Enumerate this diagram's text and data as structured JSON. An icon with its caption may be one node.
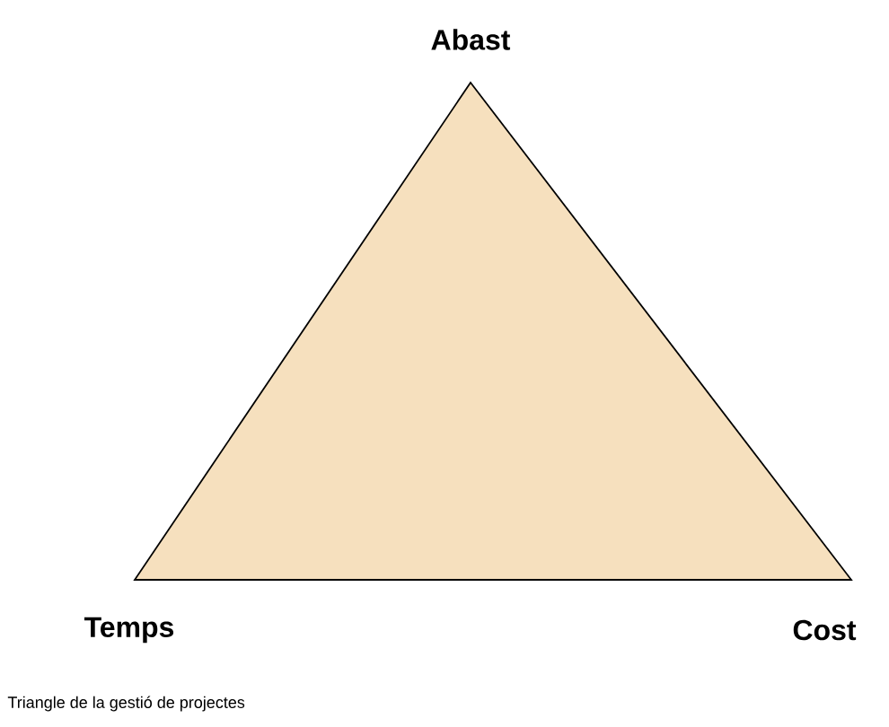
{
  "diagram": {
    "caption": "Triangle de la gestió de projectes",
    "labels": [
      "Abast",
      "Temps",
      "Cost"
    ]
  }
}
